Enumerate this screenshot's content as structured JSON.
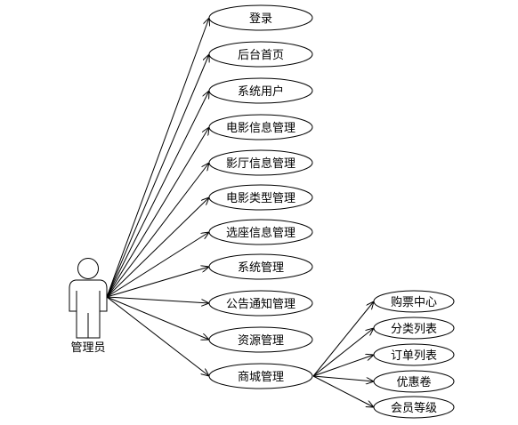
{
  "actor": {
    "label": "管理员"
  },
  "use_cases": [
    {
      "id": "login",
      "label": "登录"
    },
    {
      "id": "backend-home",
      "label": "后台首页"
    },
    {
      "id": "system-users",
      "label": "系统用户"
    },
    {
      "id": "movie-info",
      "label": "电影信息管理"
    },
    {
      "id": "hall-info",
      "label": "影厅信息管理"
    },
    {
      "id": "movie-type",
      "label": "电影类型管理"
    },
    {
      "id": "seat-info",
      "label": "选座信息管理"
    },
    {
      "id": "system-manage",
      "label": "系统管理"
    },
    {
      "id": "notice-manage",
      "label": "公告通知管理"
    },
    {
      "id": "resource-manage",
      "label": "资源管理"
    },
    {
      "id": "mall-manage",
      "label": "商城管理"
    }
  ],
  "mall_sub_cases": [
    {
      "id": "ticket-center",
      "label": "购票中心"
    },
    {
      "id": "category-list",
      "label": "分类列表"
    },
    {
      "id": "order-list",
      "label": "订单列表"
    },
    {
      "id": "coupon",
      "label": "优惠卷"
    },
    {
      "id": "member-level",
      "label": "会员等级"
    }
  ],
  "colors": {
    "stroke": "#000000",
    "fill": "#ffffff"
  }
}
